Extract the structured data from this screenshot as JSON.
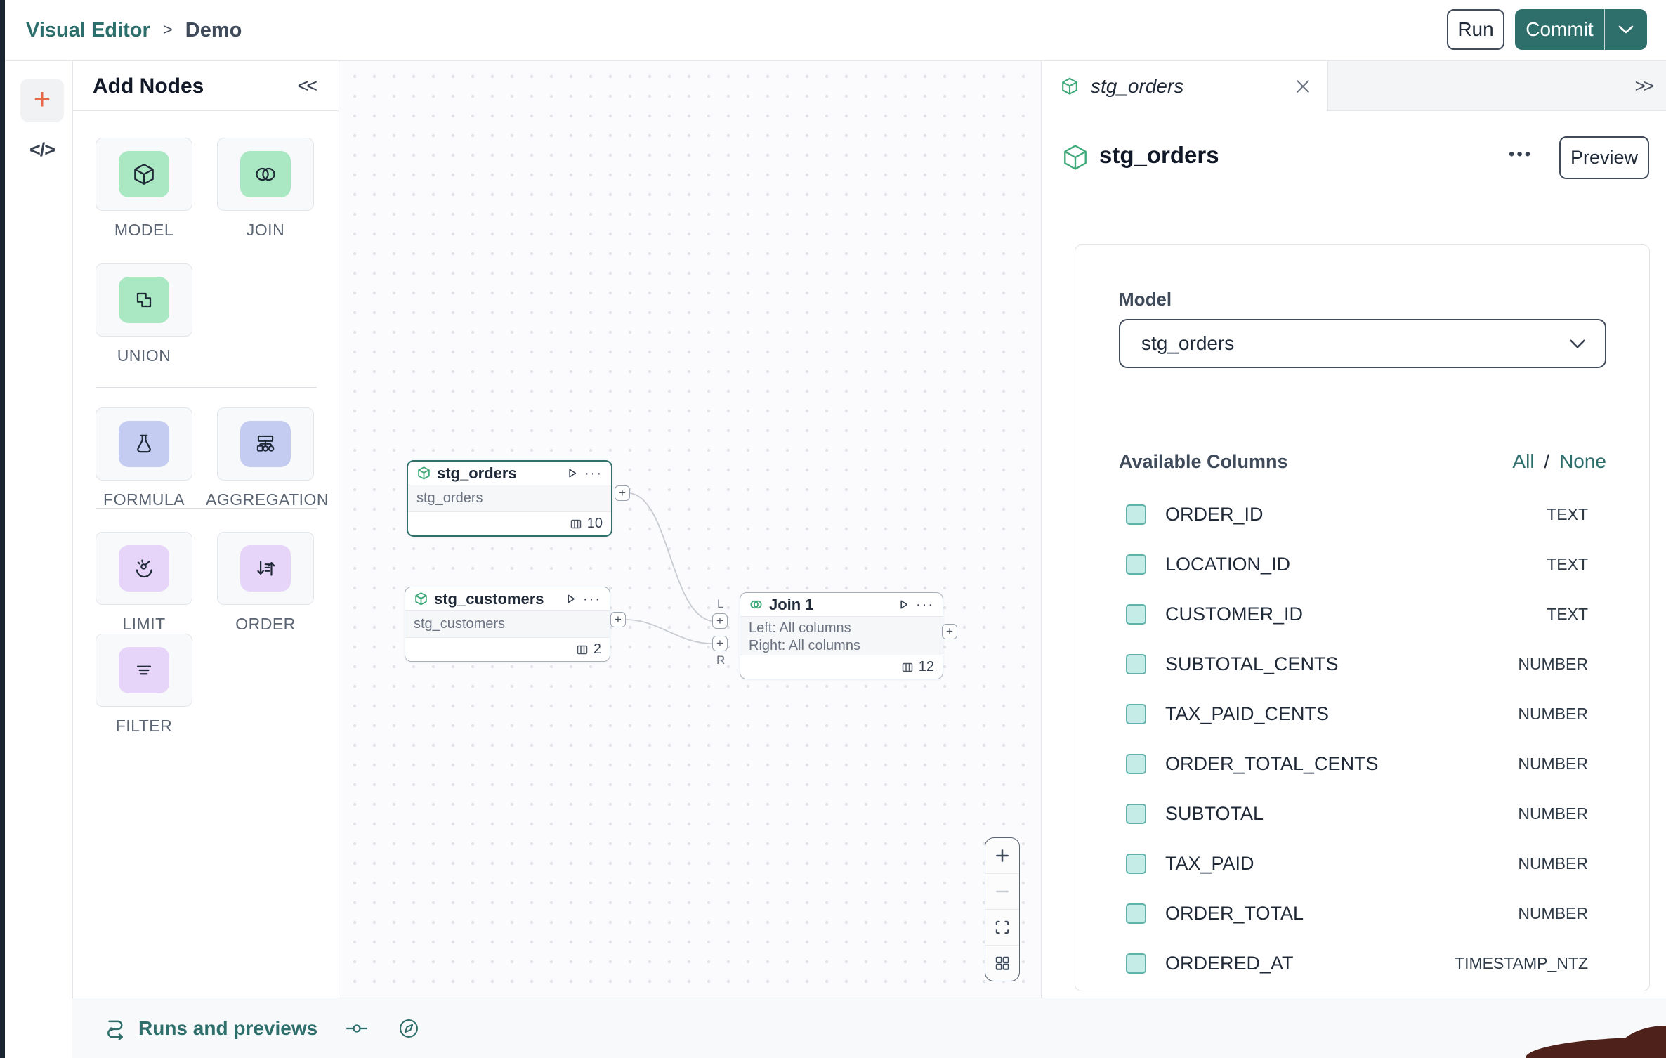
{
  "colors": {
    "accent_teal": "#2E6F6C",
    "selected_node_border": "#2E6F6C",
    "green_tile": "#A9E8C3",
    "periwinkle_tile": "#C4CCF2",
    "purple_tile": "#E6D5F8",
    "checkbox_fill": "#C6ECE7",
    "checkbox_border": "#5FB3AB",
    "coral_plus": "#E8684B",
    "corner_blob": "#4E211B"
  },
  "header": {
    "breadcrumb": {
      "root": "Visual Editor",
      "separator": ">",
      "current": "Demo"
    },
    "run_button": "Run",
    "commit_button": "Commit"
  },
  "left_rail": {
    "add_glyph": "+",
    "code_glyph": "</>"
  },
  "add_nodes": {
    "title": "Add Nodes",
    "collapse_glyph": "<<",
    "items": [
      {
        "label": "MODEL"
      },
      {
        "label": "JOIN"
      },
      {
        "label": "UNION"
      },
      {
        "label": "FORMULA"
      },
      {
        "label": "AGGREGATION"
      },
      {
        "label": "LIMIT"
      },
      {
        "label": "ORDER"
      },
      {
        "label": "FILTER"
      }
    ]
  },
  "canvas": {
    "port_glyph": "+",
    "nodes": [
      {
        "title": "stg_orders",
        "subtitle": "stg_orders",
        "column_count": "10"
      },
      {
        "title": "stg_customers",
        "subtitle": "stg_customers",
        "column_count": "2"
      },
      {
        "title": "Join 1",
        "left_line": "Left: All columns",
        "right_line": "Right: All columns",
        "column_count": "12",
        "left_port": "L",
        "right_port": "R"
      }
    ]
  },
  "right_panel": {
    "tab": {
      "label": "stg_orders"
    },
    "expand_glyph": ">>",
    "title": "stg_orders",
    "menu_glyph": "•••",
    "preview_button": "Preview",
    "model": {
      "label": "Model",
      "value": "stg_orders"
    },
    "columns": {
      "label": "Available Columns",
      "all": "All",
      "slash": "/",
      "none": "None",
      "rows": [
        {
          "name": "ORDER_ID",
          "type": "TEXT"
        },
        {
          "name": "LOCATION_ID",
          "type": "TEXT"
        },
        {
          "name": "CUSTOMER_ID",
          "type": "TEXT"
        },
        {
          "name": "SUBTOTAL_CENTS",
          "type": "NUMBER"
        },
        {
          "name": "TAX_PAID_CENTS",
          "type": "NUMBER"
        },
        {
          "name": "ORDER_TOTAL_CENTS",
          "type": "NUMBER"
        },
        {
          "name": "SUBTOTAL",
          "type": "NUMBER"
        },
        {
          "name": "TAX_PAID",
          "type": "NUMBER"
        },
        {
          "name": "ORDER_TOTAL",
          "type": "NUMBER"
        },
        {
          "name": "ORDERED_AT",
          "type": "TIMESTAMP_NTZ"
        }
      ]
    }
  },
  "bottom_bar": {
    "runs_label": "Runs and previews"
  }
}
